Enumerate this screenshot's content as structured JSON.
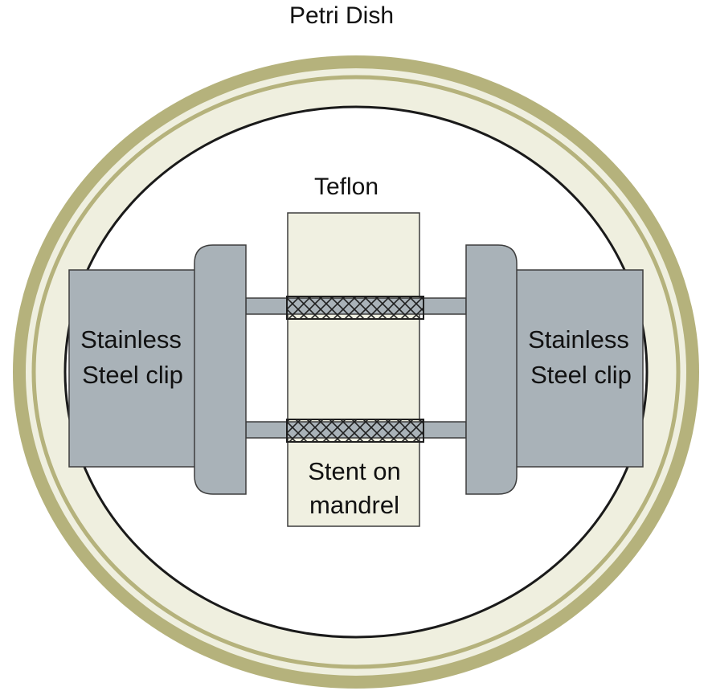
{
  "labels": {
    "petri_dish": "Petri Dish",
    "teflon": "Teflon",
    "left_clip_line1": "Stainless",
    "left_clip_line2": "Steel clip",
    "right_clip_line1": "Stainless",
    "right_clip_line2": "Steel clip",
    "stent_line1": "Stent on",
    "stent_line2": "mandrel"
  },
  "colors": {
    "dish_rim": "#b5b27c",
    "dish_fill": "#efefdf",
    "dish_inner_ring": "#b5b27c",
    "teflon_fill": "#f0f0e1",
    "clip_fill": "#a9b2b8",
    "clip_stroke": "#3d3d3d",
    "mandrel_fill": "#a9b2b8",
    "stent_mesh": "#1f1f1f"
  }
}
